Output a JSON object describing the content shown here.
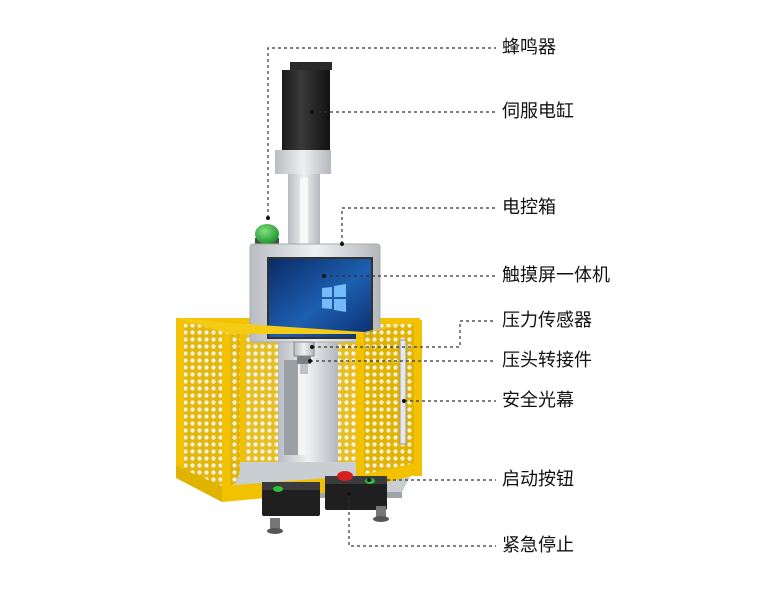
{
  "diagram": {
    "labels": [
      {
        "id": "buzzer",
        "text": "蜂鸣器"
      },
      {
        "id": "servo-cylinder",
        "text": "伺服电缸"
      },
      {
        "id": "control-box",
        "text": "电控箱"
      },
      {
        "id": "touchscreen-pc",
        "text": "触摸屏一体机"
      },
      {
        "id": "pressure-sensor",
        "text": "压力传感器"
      },
      {
        "id": "press-head-adapter",
        "text": "压头转接件"
      },
      {
        "id": "safety-light-curtain",
        "text": "安全光幕"
      },
      {
        "id": "start-button",
        "text": "启动按钮"
      },
      {
        "id": "emergency-stop",
        "text": "紧急停止"
      }
    ]
  },
  "colors": {
    "guard-yellow": "#f2c200",
    "frame-silver": "#d4d7da",
    "screen-blue": "#1d5fb0",
    "buzzer-green": "#22aa33",
    "estop-red": "#d62020",
    "leader-line": "#333333"
  }
}
